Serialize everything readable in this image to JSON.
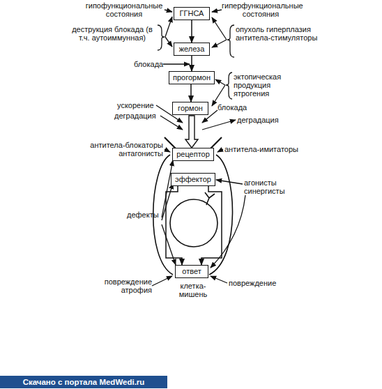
{
  "diagram": {
    "nodes": [
      {
        "text": [
          "ГГНСА"
        ]
      },
      {
        "text": [
          "железа"
        ]
      },
      {
        "text": [
          "прогормон"
        ]
      },
      {
        "text": [
          "гормон"
        ]
      },
      {
        "text": [
          "рецептор"
        ]
      },
      {
        "text": [
          "эффектор"
        ]
      },
      {
        "text": [
          "ответ"
        ]
      }
    ],
    "edges": [
      {
        "from": 0,
        "to": 1,
        "arrow": "to"
      },
      {
        "from": 1,
        "to": 2,
        "arrow": "to"
      },
      {
        "from": 2,
        "to": 3,
        "arrow": "to"
      },
      {
        "from": 3,
        "to": 4,
        "arrow": "to"
      },
      {
        "from": 5,
        "to": 6,
        "arrow": "to"
      }
    ],
    "labels": [
      "гипофункциональные состояния",
      "гиперфункциональные состояния",
      "деструкция блокада (в т.ч. аутоиммунная)",
      "опухоль гиперплазия антитела-стимуляторы",
      "блокада",
      "эктопическая продукция ятрогения",
      "ускорение",
      "деградация",
      "блокада",
      "деградация",
      "антитела-блокаторы антагонисты",
      "антитела-имитаторы",
      "агонисты синергисты",
      "дефекты",
      "повреждение атрофия",
      "клетка-мишень",
      "повреждение",
      "Скачано с портала MedWedi.ru"
    ]
  }
}
